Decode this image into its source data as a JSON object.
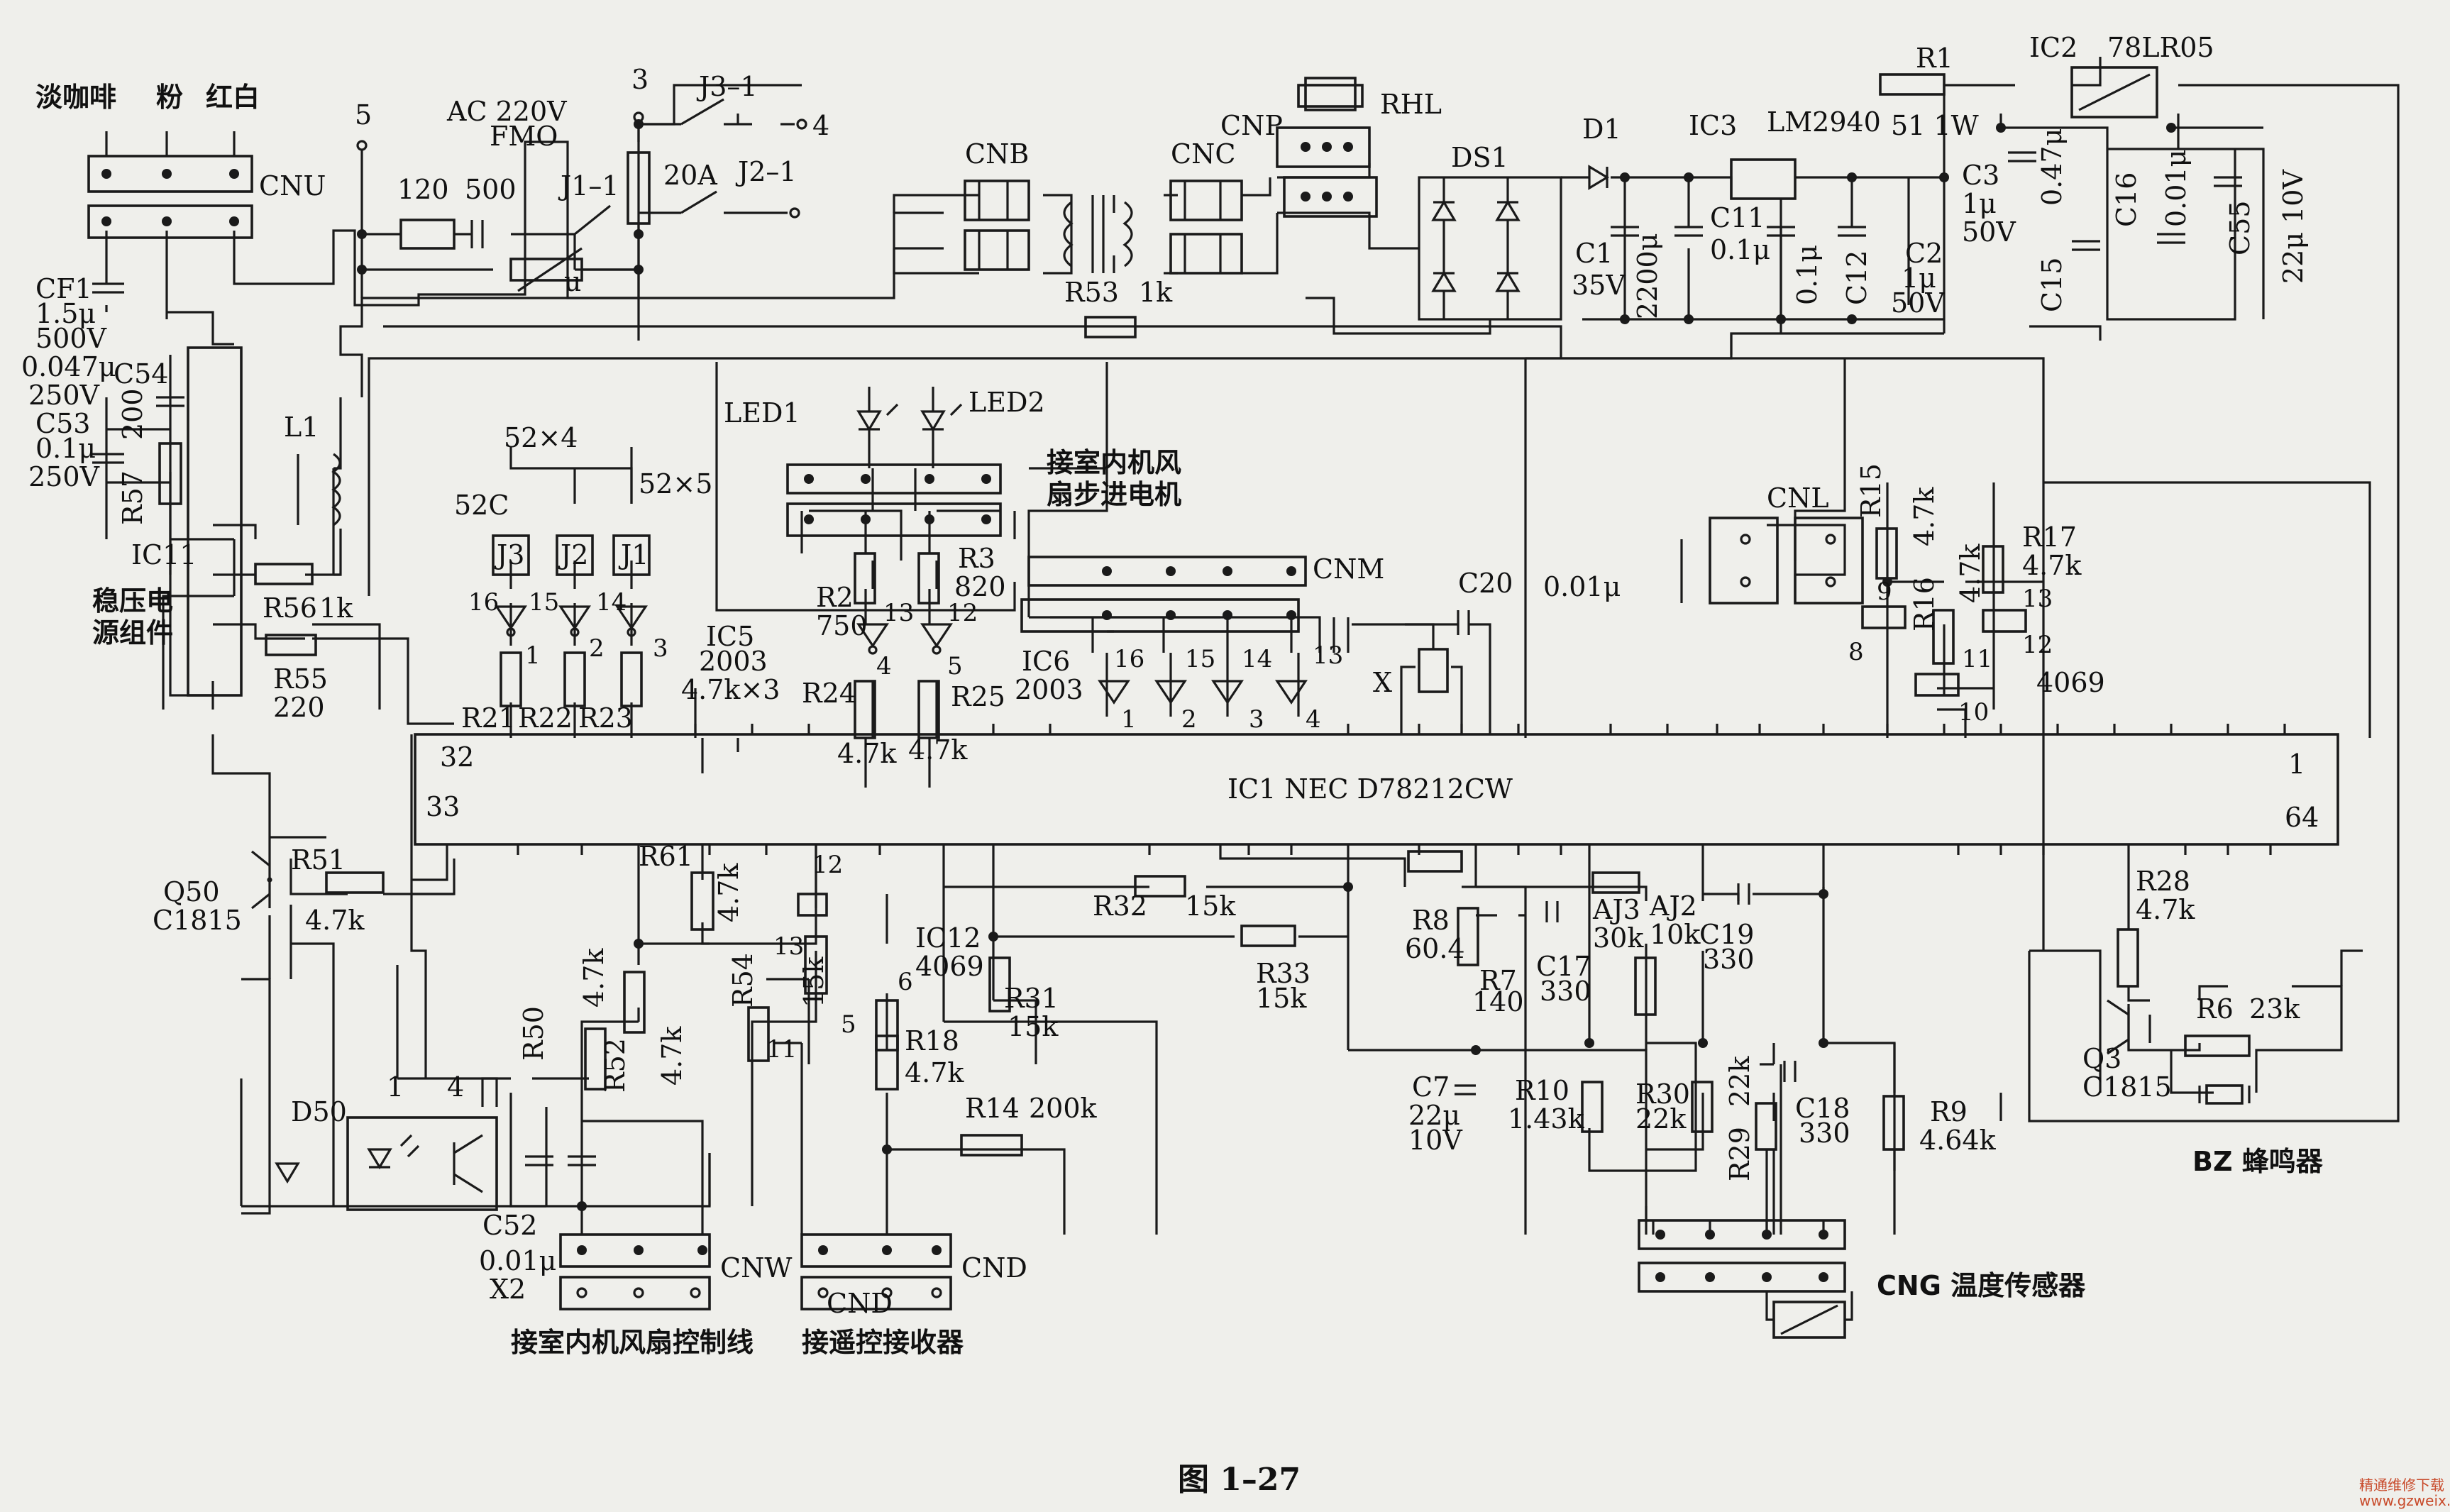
{
  "figure": {
    "caption": "图 1–27"
  },
  "watermark": {
    "text": "精通维修下载",
    "url": "www.gzweix.com"
  },
  "power_section": {
    "cnu_wire_colors": [
      "淡咖啡",
      "粉",
      "红白"
    ],
    "cnu": "CNU",
    "cf1": "CF1",
    "cf1_value": "1.5μ",
    "cf1_voltage": "500V",
    "c54_value": "0.047μ",
    "c54_voltage": "250V",
    "c54": "C54",
    "c53": "C53",
    "c53_value": "0.1μ",
    "c53_voltage": "250V",
    "r57": "R57",
    "r57_value": "200",
    "l1": "L1",
    "ic11": "IC11",
    "ic11_desc": [
      "稳压电",
      "源组件"
    ],
    "r56": "R56",
    "r56_value": "1k",
    "r55": "R55",
    "r55_value": "220",
    "ac_label": "AC 220V",
    "fmo": "FMO",
    "node5": "5",
    "node3": "3",
    "node4": "4",
    "r120": "120",
    "c500": "500",
    "j1": "J1–1",
    "j2": "J2–1",
    "j3": "J3–1",
    "fuse": "20A",
    "varistor": "u"
  },
  "transformer_section": {
    "cnb": "CNB",
    "cnc": "CNC",
    "cnp": "CNP",
    "rhl": "RHL",
    "ds1": "DS1",
    "d1": "D1",
    "ic3": "IC3",
    "ic3_part": "LM2940",
    "r1": "R1",
    "r1_value": "51 1W",
    "ic2": "IC2",
    "ic2_part": "78LR05",
    "c1": "C1",
    "c1_value": "2200μ",
    "c1_voltage": "35V",
    "c11": "C11",
    "c11_value": "0.1μ",
    "c12": "C12",
    "c12_value": "0.1μ",
    "c2": "C2",
    "c2_value": "1μ",
    "c2_voltage": "50V",
    "c3": "C3",
    "c3_value": "1μ",
    "c3_voltage": "50V",
    "c15": "C15",
    "c15_value": "0.47μ",
    "c16": "C16",
    "c16_value": "0.01μ",
    "c55": "C55",
    "c55_value": "22μ  10V",
    "r53": "R53",
    "r53_value": "1k"
  },
  "relay_section": {
    "led1": "LED1",
    "led2": "LED2",
    "p52x4": "52×4",
    "p52x5": "52×5",
    "p52c": "52C",
    "relays": [
      "J3",
      "J2",
      "J1"
    ],
    "pins_top": [
      "16",
      "15",
      "14"
    ],
    "pins_bot": [
      "1",
      "2",
      "3"
    ],
    "ic5": "IC5",
    "ic5_part": "2003",
    "ic5_res": "4.7k×3",
    "r21": "R21",
    "r22": "R22",
    "r23": "R23",
    "r2": "R2",
    "r2_value": "750",
    "r3": "R3",
    "r3_value": "820",
    "p13": "13",
    "p12": "12",
    "p4": "4",
    "p5": "5",
    "r24": "R24",
    "r25": "R25",
    "r24_value": "4.7k",
    "r25_value": "4.7k",
    "motor_note": [
      "接室内机风",
      "扇步进电机"
    ],
    "cnm": "CNM",
    "ic6": "IC6",
    "ic6_part": "2003",
    "ic6_pins_top": [
      "16",
      "15",
      "14",
      "13"
    ],
    "ic6_pins_bot": [
      "1",
      "2",
      "3",
      "4"
    ]
  },
  "mcu": {
    "label": "IC1  NEC  D78212CW",
    "pin32": "32",
    "pin33": "33",
    "pin1": "1",
    "pin64": "64"
  },
  "right_section": {
    "cnl": "CNL",
    "c20": "C20",
    "c20_value": "0.01μ",
    "x": "X",
    "r15": "R15",
    "r15_value": "4.7k",
    "r16": "R16",
    "r16_value": "4.7k",
    "r17": "R17",
    "r17_value": "4.7k",
    "ic4069": "4069",
    "p9": "9",
    "p8": "8",
    "p11": "11",
    "p10": "10",
    "p13": "13",
    "p12": "12"
  },
  "lower_section": {
    "q50": "Q50",
    "q50_part": "C1815",
    "r51": "R51",
    "r51_value": "4.7k",
    "r61": "R61",
    "r61_value": "4.7k",
    "r50": "R50",
    "r50_value": "4.7k",
    "r52": "R52",
    "r52_value": "4.7k",
    "r54": "R54",
    "d50": "D50",
    "opto_pins": [
      "1",
      "4"
    ],
    "c52": "C52",
    "c52_value": "0.01μ",
    "x2": "X2",
    "cnw": "CNW",
    "cnw_note": "接室内机风扇控制线",
    "ic12": "IC12",
    "ic12_part": "4069",
    "p12": "12",
    "p13": "13",
    "p11": "11",
    "p6": "6",
    "p5": "5",
    "r18": "R18",
    "r18_value": "4.7k",
    "r14": "R14",
    "r14_value": "200k",
    "r31": "R31",
    "r31_value": "15k",
    "r33": "R33",
    "r33_value": "15k",
    "r32": "R32",
    "r32_value": "15k",
    "cnd": "CND",
    "cnd_note": "接遥控接收器",
    "r8": "R8",
    "r8_value": "60.4",
    "r7": "R7",
    "r7_value": "140",
    "c17": "C17",
    "c17_value": "330",
    "aj3": "AJ3",
    "aj3_value": "30k",
    "aj2": "AJ2",
    "aj2_value": "10k",
    "c19": "C19",
    "c19_value": "330",
    "c7": "C7",
    "c7_value": "22μ",
    "c7_voltage": "10V",
    "r10": "R10",
    "r10_value": "1.43k",
    "r30": "R30",
    "r30_value": "22k",
    "r29": "R29",
    "r29_value": "22k",
    "c18": "C18",
    "c18_value": "330",
    "r9": "R9",
    "r9_value": "4.64k",
    "cng_note": "CNG 温度传感器",
    "r28": "R28",
    "r28_value": "4.7k",
    "q3": "Q3",
    "q3_part": "C1815",
    "r6": "R6",
    "r6_value": "23k",
    "bz_note": "BZ 蜂鸣器"
  }
}
